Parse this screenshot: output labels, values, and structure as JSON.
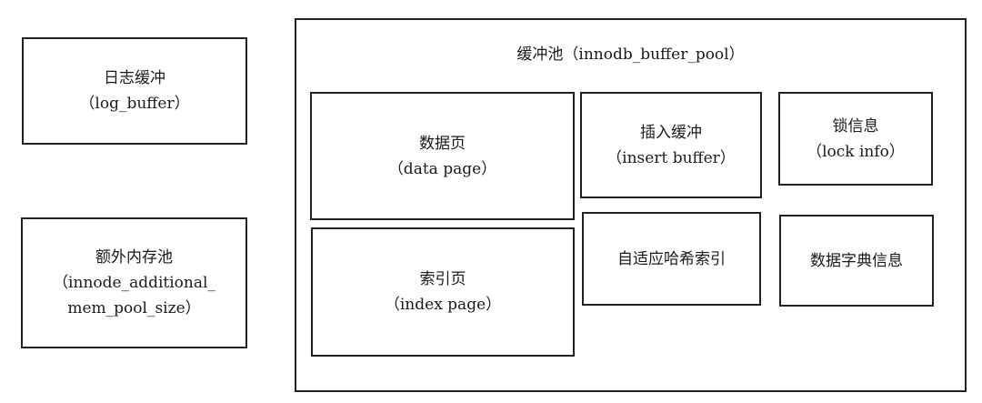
{
  "log_buffer": {
    "title": "日志缓冲",
    "subtitle": "（log_buffer）"
  },
  "extra_pool": {
    "title": "额外内存池",
    "line2": "（innode_additional_",
    "line3": "mem_pool_size）"
  },
  "buffer_pool": {
    "title": "缓冲池（innodb_buffer_pool）",
    "data_page": {
      "title": "数据页",
      "subtitle": "（data page）"
    },
    "index_page": {
      "title": "索引页",
      "subtitle": "（index page）"
    },
    "insert_buffer": {
      "title": "插入缓冲",
      "subtitle": "（insert buffer）"
    },
    "lock_info": {
      "title": "锁信息",
      "subtitle": "（lock info）"
    },
    "adaptive_hash_index": {
      "title": "自适应哈希索引"
    },
    "data_dictionary": {
      "title": "数据字典信息"
    }
  }
}
